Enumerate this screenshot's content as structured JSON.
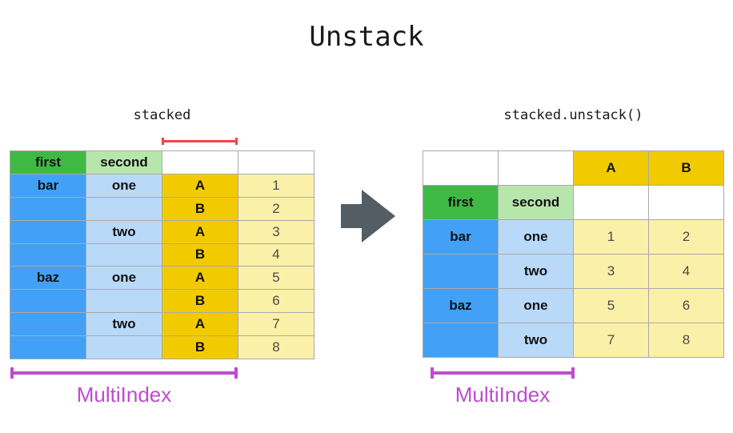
{
  "title": "Unstack",
  "colors": {
    "green": "#3eb944",
    "light_green": "#b7e6ad",
    "blue": "#42a1f6",
    "light_blue": "#b9d9f9",
    "gold": "#f1cb00",
    "light_yellow": "#fbf0a7",
    "red": "#f04646",
    "magenta": "#bd4ccf",
    "arrow": "#545c64",
    "grid": "#a9a9a9"
  },
  "left_panel": {
    "label": "stacked",
    "multiindex_label": "MultiIndex",
    "table": {
      "rows": [
        [
          {
            "text": "first",
            "bg": "green",
            "style": "header"
          },
          {
            "text": "second",
            "bg": "light_green",
            "style": "header"
          },
          {
            "text": "",
            "bg": "white",
            "style": ""
          },
          {
            "text": "",
            "bg": "white",
            "style": ""
          }
        ],
        [
          {
            "text": "bar",
            "bg": "blue",
            "style": "header"
          },
          {
            "text": "one",
            "bg": "light_blue",
            "style": "header"
          },
          {
            "text": "A",
            "bg": "gold",
            "style": "header"
          },
          {
            "text": "1",
            "bg": "light_yellow",
            "style": "number"
          }
        ],
        [
          {
            "text": "",
            "bg": "blue",
            "style": ""
          },
          {
            "text": "",
            "bg": "light_blue",
            "style": ""
          },
          {
            "text": "B",
            "bg": "gold",
            "style": "header"
          },
          {
            "text": "2",
            "bg": "light_yellow",
            "style": "number"
          }
        ],
        [
          {
            "text": "",
            "bg": "blue",
            "style": ""
          },
          {
            "text": "two",
            "bg": "light_blue",
            "style": "header"
          },
          {
            "text": "A",
            "bg": "gold",
            "style": "header"
          },
          {
            "text": "3",
            "bg": "light_yellow",
            "style": "number"
          }
        ],
        [
          {
            "text": "",
            "bg": "blue",
            "style": ""
          },
          {
            "text": "",
            "bg": "light_blue",
            "style": ""
          },
          {
            "text": "B",
            "bg": "gold",
            "style": "header"
          },
          {
            "text": "4",
            "bg": "light_yellow",
            "style": "number"
          }
        ],
        [
          {
            "text": "baz",
            "bg": "blue",
            "style": "header"
          },
          {
            "text": "one",
            "bg": "light_blue",
            "style": "header"
          },
          {
            "text": "A",
            "bg": "gold",
            "style": "header"
          },
          {
            "text": "5",
            "bg": "light_yellow",
            "style": "number"
          }
        ],
        [
          {
            "text": "",
            "bg": "blue",
            "style": ""
          },
          {
            "text": "",
            "bg": "light_blue",
            "style": ""
          },
          {
            "text": "B",
            "bg": "gold",
            "style": "header"
          },
          {
            "text": "6",
            "bg": "light_yellow",
            "style": "number"
          }
        ],
        [
          {
            "text": "",
            "bg": "blue",
            "style": ""
          },
          {
            "text": "two",
            "bg": "light_blue",
            "style": "header"
          },
          {
            "text": "A",
            "bg": "gold",
            "style": "header"
          },
          {
            "text": "7",
            "bg": "light_yellow",
            "style": "number"
          }
        ],
        [
          {
            "text": "",
            "bg": "blue",
            "style": ""
          },
          {
            "text": "",
            "bg": "light_blue",
            "style": ""
          },
          {
            "text": "B",
            "bg": "gold",
            "style": "header"
          },
          {
            "text": "8",
            "bg": "light_yellow",
            "style": "number"
          }
        ]
      ]
    }
  },
  "right_panel": {
    "label": "stacked.unstack()",
    "multiindex_label": "MultiIndex",
    "table": {
      "rows": [
        [
          {
            "text": "",
            "bg": "white",
            "style": ""
          },
          {
            "text": "",
            "bg": "white",
            "style": ""
          },
          {
            "text": "A",
            "bg": "gold",
            "style": "header"
          },
          {
            "text": "B",
            "bg": "gold",
            "style": "header"
          }
        ],
        [
          {
            "text": "first",
            "bg": "green",
            "style": "header"
          },
          {
            "text": "second",
            "bg": "light_green",
            "style": "header"
          },
          {
            "text": "",
            "bg": "white",
            "style": ""
          },
          {
            "text": "",
            "bg": "white",
            "style": ""
          }
        ],
        [
          {
            "text": "bar",
            "bg": "blue",
            "style": "header"
          },
          {
            "text": "one",
            "bg": "light_blue",
            "style": "header"
          },
          {
            "text": "1",
            "bg": "light_yellow",
            "style": "number"
          },
          {
            "text": "2",
            "bg": "light_yellow",
            "style": "number"
          }
        ],
        [
          {
            "text": "",
            "bg": "blue",
            "style": ""
          },
          {
            "text": "two",
            "bg": "light_blue",
            "style": "header"
          },
          {
            "text": "3",
            "bg": "light_yellow",
            "style": "number"
          },
          {
            "text": "4",
            "bg": "light_yellow",
            "style": "number"
          }
        ],
        [
          {
            "text": "baz",
            "bg": "blue",
            "style": "header"
          },
          {
            "text": "one",
            "bg": "light_blue",
            "style": "header"
          },
          {
            "text": "5",
            "bg": "light_yellow",
            "style": "number"
          },
          {
            "text": "6",
            "bg": "light_yellow",
            "style": "number"
          }
        ],
        [
          {
            "text": "",
            "bg": "blue",
            "style": ""
          },
          {
            "text": "two",
            "bg": "light_blue",
            "style": "header"
          },
          {
            "text": "7",
            "bg": "light_yellow",
            "style": "number"
          },
          {
            "text": "8",
            "bg": "light_yellow",
            "style": "number"
          }
        ]
      ]
    }
  }
}
